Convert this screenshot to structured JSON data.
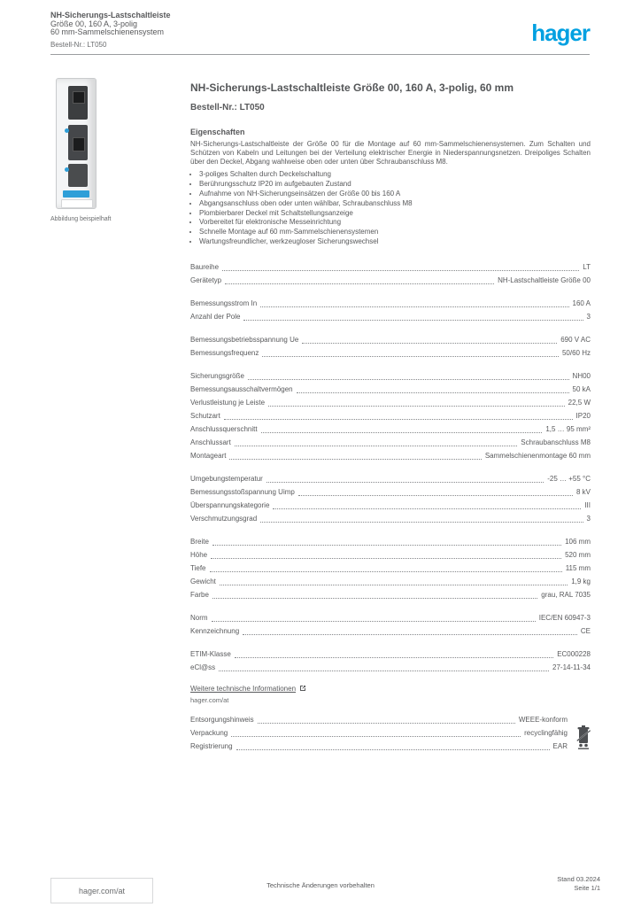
{
  "header": {
    "line1": "NH-Sicherungs-Lastschaltleiste",
    "line2": "Größe 00, 160 A, 3-polig",
    "line3": "60 mm-Sammelschienensystem",
    "ref": "Bestell-Nr.: LT050",
    "logo_text": "hager",
    "logo_color": "#00a0e1"
  },
  "figure": {
    "caption": "Abbildung beispielhaft"
  },
  "main": {
    "title": "NH-Sicherungs-Lastschaltleiste Größe 00, 160 A, 3-polig, 60 mm",
    "subtitle": "Bestell-Nr.: LT050",
    "features_heading": "Eigenschaften",
    "intro": "NH-Sicherungs-Lastschaltleiste der Größe 00 für die Montage auf 60 mm-Sammelschienensystemen. Zum Schalten und Schützen von Kabeln und Leitungen bei der Verteilung elektrischer Energie in Niederspannungsnetzen. Dreipoliges Schalten über den Deckel, Abgang wahlweise oben oder unten über Schraubanschluss M8.",
    "bullets": [
      "3-poliges Schalten durch Deckelschaltung",
      "Berührungsschutz IP20 im aufgebauten Zustand",
      "Aufnahme von NH-Sicherungseinsätzen der Größe 00 bis 160 A",
      "Abgangsanschluss oben oder unten wählbar, Schraubanschluss M8",
      "Plombierbarer Deckel mit Schaltstellungsanzeige",
      "Vorbereitet für elektronische Messeinrichtung",
      "Schnelle Montage auf 60 mm-Sammelschienensystemen",
      "Wartungsfreundlicher, werkzeugloser Sicherungswechsel"
    ]
  },
  "spec_groups": [
    {
      "rows": [
        {
          "label": "Baureihe",
          "value": "LT"
        },
        {
          "label": "Gerätetyp",
          "value": "NH-Lastschaltleiste Größe 00"
        }
      ]
    },
    {
      "rows": [
        {
          "label": "Bemessungsstrom In",
          "value": "160 A"
        },
        {
          "label": "Anzahl der Pole",
          "value": "3"
        }
      ]
    },
    {
      "rows": [
        {
          "label": "Bemessungsbetriebsspannung Ue",
          "value": "690 V AC"
        },
        {
          "label": "Bemessungsfrequenz",
          "value": "50/60 Hz"
        }
      ]
    },
    {
      "rows": [
        {
          "label": "Sicherungsgröße",
          "value": "NH00"
        },
        {
          "label": "Bemessungsausschaltvermögen",
          "value": "50 kA"
        },
        {
          "label": "Verlustleistung je Leiste",
          "value": "22,5 W"
        },
        {
          "label": "Schutzart",
          "value": "IP20"
        },
        {
          "label": "Anschlussquerschnitt",
          "value": "1,5 … 95 mm²"
        },
        {
          "label": "Anschlussart",
          "value": "Schraubanschluss M8"
        },
        {
          "label": "Montageart",
          "value": "Sammelschienenmontage 60 mm"
        }
      ]
    },
    {
      "rows": [
        {
          "label": "Umgebungstemperatur",
          "value": "-25 … +55 °C"
        },
        {
          "label": "Bemessungsstoßspannung Uimp",
          "value": "8 kV"
        },
        {
          "label": "Überspannungskategorie",
          "value": "III"
        },
        {
          "label": "Verschmutzungsgrad",
          "value": "3"
        }
      ]
    },
    {
      "rows": [
        {
          "label": "Breite",
          "value": "106 mm"
        },
        {
          "label": "Höhe",
          "value": "520 mm"
        },
        {
          "label": "Tiefe",
          "value": "115 mm"
        },
        {
          "label": "Gewicht",
          "value": "1,9 kg"
        },
        {
          "label": "Farbe",
          "value": "grau, RAL 7035"
        }
      ]
    },
    {
      "rows": [
        {
          "label": "Norm",
          "value": "IEC/EN 60947-3"
        },
        {
          "label": "Kennzeichnung",
          "value": "CE"
        }
      ]
    },
    {
      "rows": [
        {
          "label": "ETIM-Klasse",
          "value": "EC000228"
        },
        {
          "label": "eCl@ss",
          "value": "27-14-11-34"
        }
      ]
    }
  ],
  "link": {
    "label": "Weitere technische Informationen",
    "note": "hager.com/at"
  },
  "disposal_rows": [
    {
      "label": "Entsorgungshinweis",
      "value": "WEEE-konform"
    },
    {
      "label": "Verpackung",
      "value": "recyclingfähig"
    },
    {
      "label": "Registrierung",
      "value": "EAR"
    }
  ],
  "footer": {
    "site": "hager.com/at",
    "center": "Technische Änderungen vorbehalten",
    "right_line1": "Stand 03.2024",
    "right_line2": "Seite 1/1"
  }
}
